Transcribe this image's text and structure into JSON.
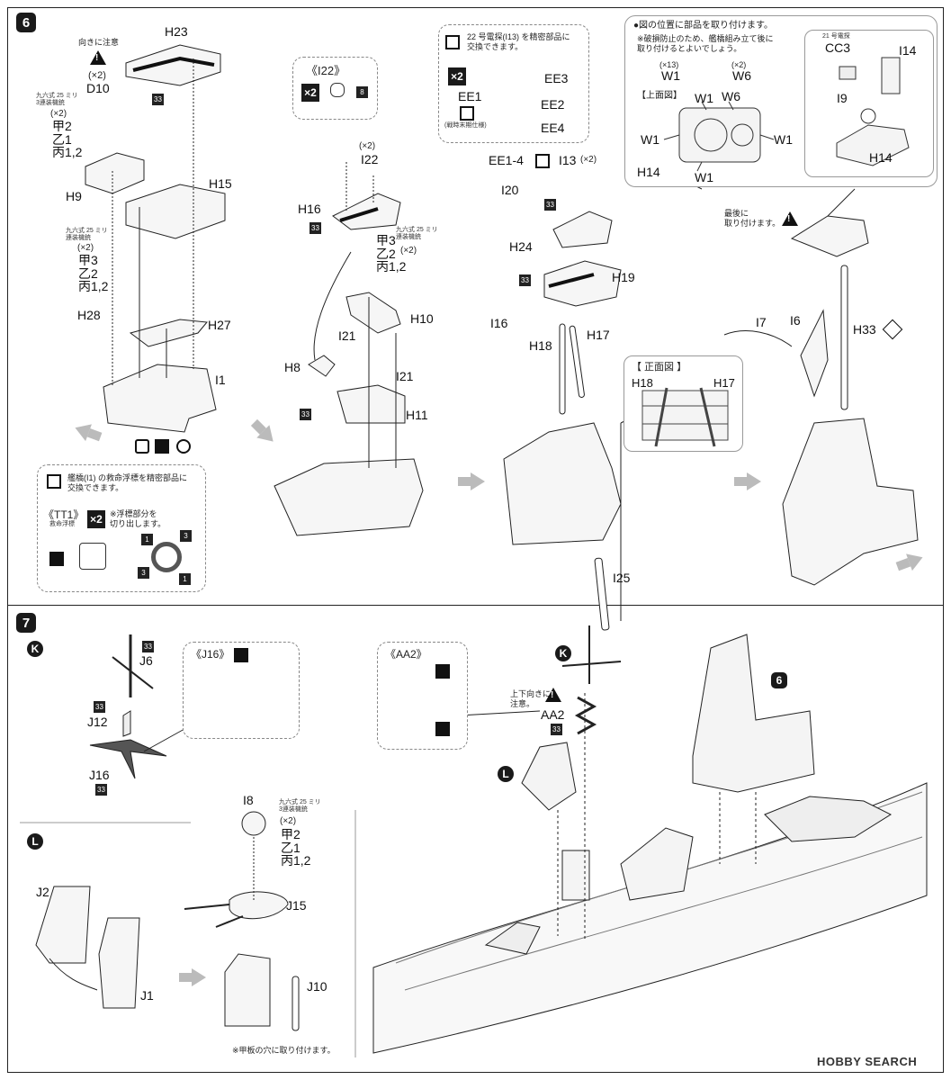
{
  "steps": {
    "s6": "6",
    "s7": "7"
  },
  "step6": {
    "note_direction": "向きに注意",
    "d10_qty": "(×2)",
    "d10": "D10",
    "h23": "H23",
    "aa_label_top": "九六式 25 ミリ\n3連装機銃",
    "aa_top_qty": "(×2)",
    "aa_top_parts": "甲2\n乙1\n丙1,2",
    "h9": "H9",
    "h15": "H15",
    "aa_label_mid": "九六式 25 ミリ\n連装機銃",
    "aa_mid_qty": "(×2)",
    "aa_mid_parts": "甲3\n乙2\n丙1,2",
    "h28": "H28",
    "h27": "H27",
    "i1": "I1",
    "badge33": "33",
    "i22_title": "《I22》",
    "x2": "×2",
    "badge8": "8",
    "i22_qty": "(×2)",
    "i22": "I22",
    "h16": "H16",
    "aa_label_c": "九六式 25 ミリ\n連装機銃",
    "aa_c_parts": "甲3\n乙2\n丙1,2",
    "aa_c_qty": "(×2)",
    "h10": "H10",
    "i21a": "I21",
    "i21b": "I21",
    "h8": "H8",
    "h11": "H11",
    "radar22_note": "22 号電探(I13) を精密部品に\n交換できます。",
    "ee1": "EE1",
    "ee2": "EE2",
    "ee3": "EE3",
    "ee4": "EE4",
    "wartime_note": "(戦時末期仕様)",
    "ee14": "EE1-4",
    "i13": "I13",
    "i13_qty": "(×2)",
    "i20": "I20",
    "h24": "H24",
    "h19": "H19",
    "i16": "I16",
    "h18": "H18",
    "h17": "H17",
    "front_view": "【 正面図 】",
    "fv_h18": "H18",
    "fv_h17": "H17",
    "i25": "I25",
    "attach_note": "●図の位置に部品を取り付けます。",
    "attach_note2": "※破損防止のため、艦橋組み立て後に\n取り付けるとよいでしょう。",
    "w1_qty": "(×13)",
    "w1": "W1",
    "w6_qty": "(×2)",
    "w6": "W6",
    "top_view": "【上面図】",
    "tv_w1a": "W1",
    "tv_w6": "W6",
    "tv_w1b": "W1",
    "tv_w1c": "W1",
    "tv_h14": "H14",
    "tv_w1d": "W1",
    "radar21": "21 号電探",
    "cc3": "CC3",
    "i14": "I14",
    "i9": "I9",
    "h14": "H14",
    "last_note": "最後に\n取り付けます。",
    "i7": "I7",
    "i6": "I6",
    "h33": "H33",
    "lifebuoy_note": "艦橋(I1) の救命浮標を精密部品に\n交換できます。",
    "tt1_title": "《TT1》",
    "tt1_sub": "救命浮標",
    "tt1_cut": "※浮標部分を\n切り出します。",
    "n1": "1",
    "n3": "3"
  },
  "step7": {
    "k": "K",
    "l": "L",
    "j6": "J6",
    "j12": "J12",
    "j16": "J16",
    "j16_title": "《J16》",
    "aa2_title": "《AA2》",
    "aa2_note": "上下向きに\n注意。",
    "aa2": "AA2",
    "six": "6",
    "j2": "J2",
    "j1": "J1",
    "i8": "I8",
    "aa_label": "九六式 25 ミリ\n3連装機銃",
    "aa_qty": "(×2)",
    "aa_parts": "甲2\n乙1\n丙1,2",
    "j15": "J15",
    "j10": "J10",
    "deck_note": "※甲板の穴に取り付けます。"
  },
  "watermark": "HOBBY SEARCH"
}
